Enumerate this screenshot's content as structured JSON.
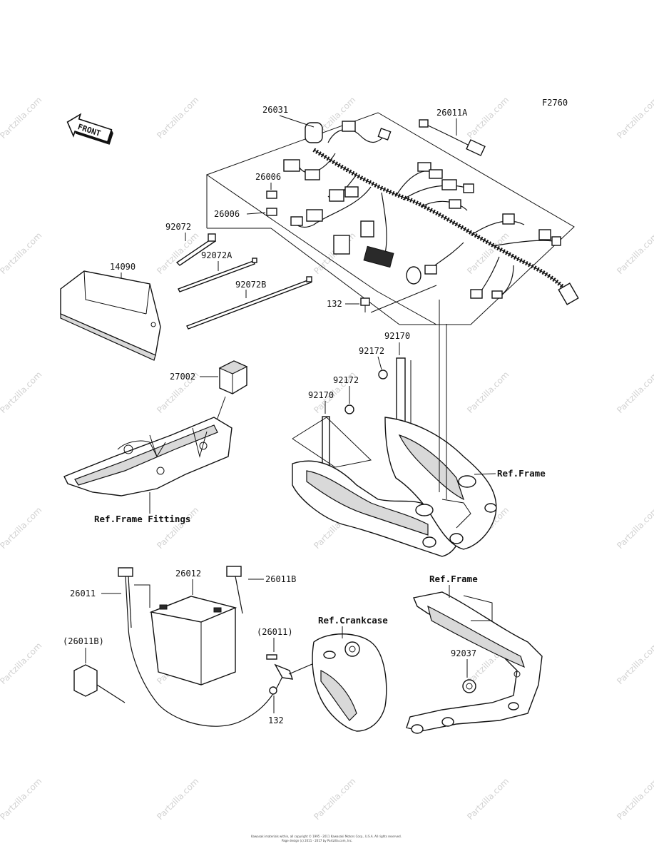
{
  "figure_code": "F2760",
  "front_label": "FRONT",
  "watermark": "Partzilla.com",
  "parts": {
    "p26031": "26031",
    "p26011A": "26011A",
    "p26006a": "26006",
    "p26006b": "26006",
    "p92072": "92072",
    "p92072A": "92072A",
    "p92072B": "92072B",
    "p14090": "14090",
    "p132a": "132",
    "p92170a": "92170",
    "p92172a": "92172",
    "p92172b": "92172",
    "p92170b": "92170",
    "p27002": "27002",
    "p26012": "26012",
    "p26011B": "26011B",
    "p26011": "26011",
    "p26011paren": "(26011)",
    "p26011Bparen": "(26011B)",
    "p132b": "132",
    "p92037": "92037"
  },
  "refs": {
    "frame_right": "Ref.Frame",
    "frame_fittings": "Ref.Frame Fittings",
    "frame_lower": "Ref.Frame",
    "crankcase": "Ref.Crankcase"
  },
  "footer": {
    "line1": "Kawasaki materials within, all copyright © 1995 - 2011 Kawasaki Motors Corp., U.S.A. All rights reserved.",
    "line2": "Page design (c) 2011 - 2017 by Partzilla.com, Inc."
  }
}
